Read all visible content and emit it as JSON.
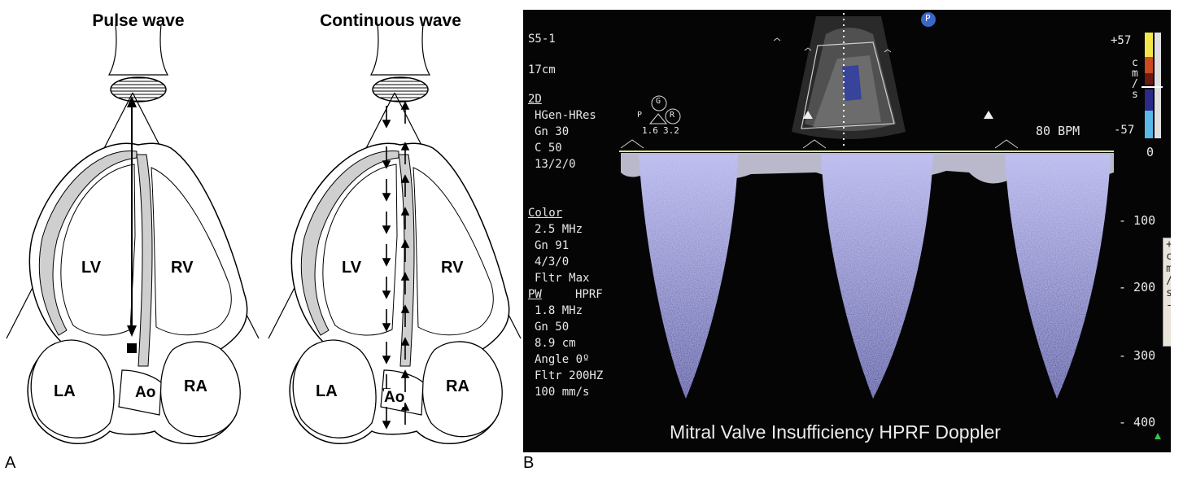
{
  "panels": {
    "a_letter": "A",
    "b_letter": "B"
  },
  "diagram_a": {
    "pulse_title": "Pulse wave",
    "continuous_title": "Continuous wave",
    "labels": {
      "lv": "LV",
      "rv": "RV",
      "la": "LA",
      "ra": "RA",
      "ao": "Ao"
    }
  },
  "ultrasound": {
    "probe": "S5-1",
    "depth": "17cm",
    "mode_2d": "2D",
    "mode_2d_lines": [
      "HGen-HRes",
      "Gn 30",
      "C 50",
      "13/2/0"
    ],
    "color_header": "Color",
    "color_lines": [
      "2.5 MHz",
      "Gn 91",
      "4/3/0",
      "Fltr Max"
    ],
    "pw_header": "PW",
    "pw_mode": "HPRF",
    "pw_lines": [
      "1.8 MHz",
      "Gn 50",
      "8.9 cm",
      "Angle 0º",
      "Fltr 200HZ",
      "100 mm/s"
    ],
    "gate": {
      "p": "P",
      "g": "G",
      "r": "R",
      "v1": "1.6",
      "v2": "3.2"
    },
    "probe_marker": "P",
    "bpm": "80 BPM",
    "color_scale": {
      "top": "+57",
      "bottom": "-57",
      "unit": [
        "c",
        "m",
        "/",
        "s"
      ]
    },
    "velocity_scale": [
      "0",
      "- 100",
      "- 200",
      "- 300",
      "- 400"
    ],
    "scale_box": [
      "+",
      "c",
      "m",
      "/",
      "s",
      "-"
    ],
    "caption": "Mitral Valve Insufficiency HPRF Doppler",
    "colors": {
      "background": "#050505",
      "doppler": "#8f8fd8",
      "text": "#e8e8e8"
    }
  }
}
